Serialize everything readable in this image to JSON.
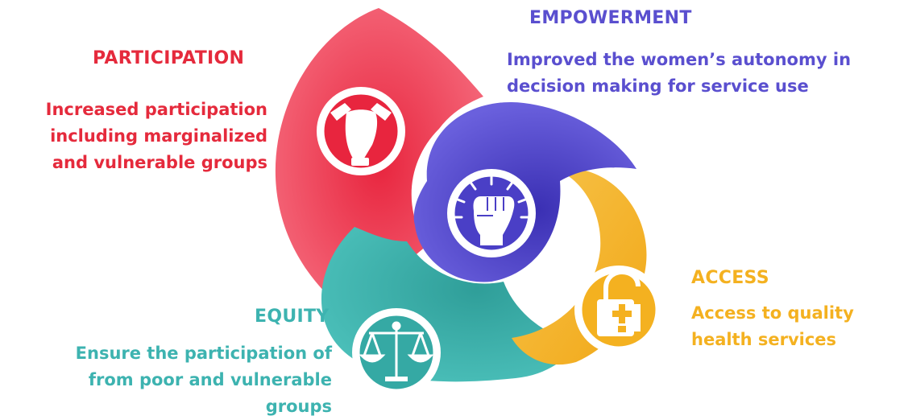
{
  "colors": {
    "participation": "#f25c6f",
    "empowerment": "#5a4fcf",
    "access": "#f6b829",
    "equity": "#43b8b2"
  },
  "icons": {
    "participation": "joined-hands-icon",
    "empowerment": "raised-fist-icon",
    "access": "medical-padlock-icon",
    "equity": "balance-scale-icon"
  },
  "participation": {
    "title": "PARTICIPATION",
    "lines": [
      "Increased participation",
      "including marginalized",
      "and vulnerable groups"
    ]
  },
  "empowerment": {
    "title": "EMPOWERMENT",
    "lines": [
      "Improved the women’s autonomy in",
      "decision making for service use"
    ]
  },
  "access": {
    "title": "ACCESS",
    "lines": [
      "Access to quality",
      "health services"
    ]
  },
  "equity": {
    "title": "EQUITY",
    "lines": [
      "Ensure the participation of",
      "from poor and vulnerable",
      "groups"
    ]
  }
}
